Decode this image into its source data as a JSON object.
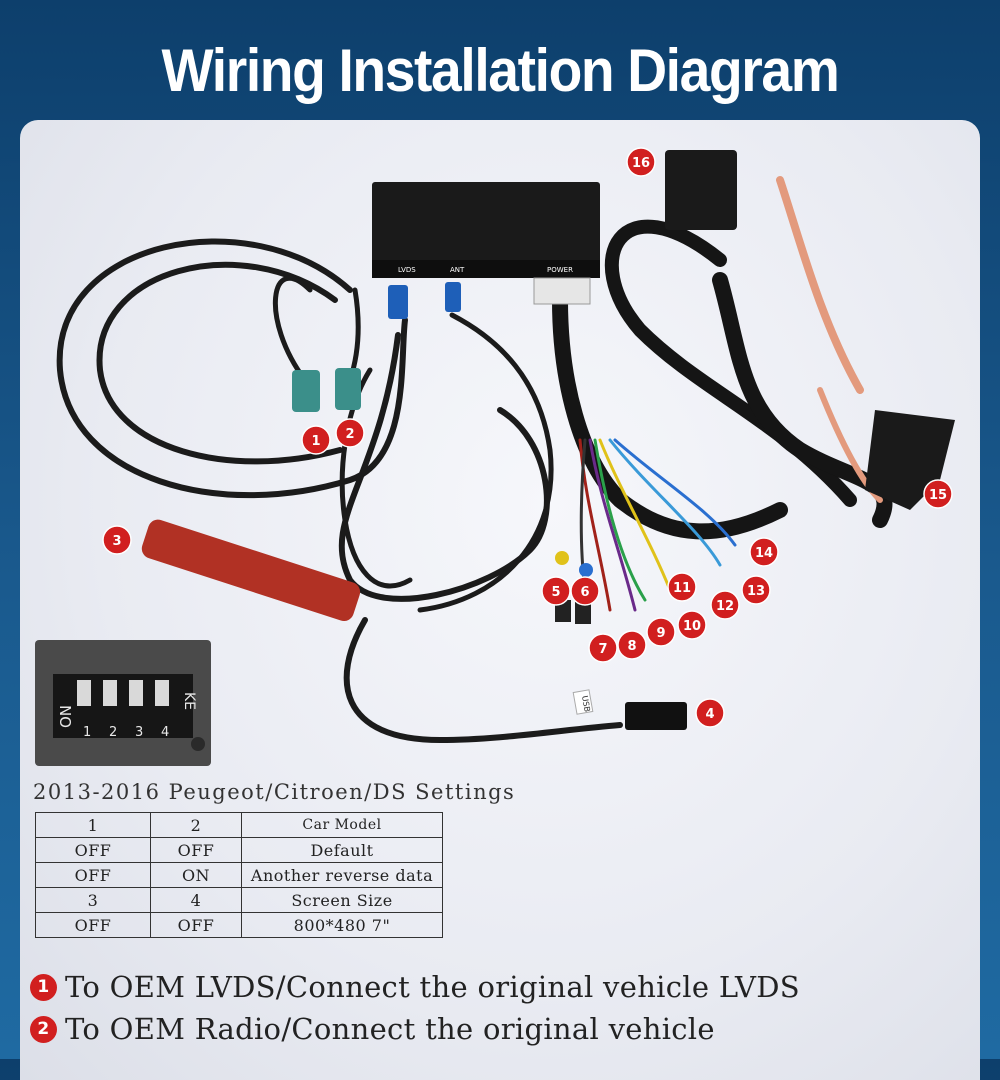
{
  "title": "Wiring Installation Diagram",
  "box_labels": {
    "lvds": "LVDS",
    "ant": "ANT",
    "power": "POWER"
  },
  "usb_tag": "USB",
  "badges": [
    "1",
    "2",
    "3",
    "4",
    "5",
    "6",
    "7",
    "8",
    "9",
    "10",
    "11",
    "12",
    "13",
    "14",
    "15",
    "16"
  ],
  "dip_switch": {
    "on_label": "ON",
    "ke_label": "KE",
    "numbers": [
      "1",
      "2",
      "3",
      "4"
    ]
  },
  "settings": {
    "title": "2013-2016 Peugeot/Citroen/DS Settings",
    "rows": [
      [
        "1",
        "2",
        "Car Model"
      ],
      [
        "OFF",
        "OFF",
        "Default"
      ],
      [
        "OFF",
        "ON",
        "Another reverse data"
      ],
      [
        "3",
        "4",
        "Screen Size"
      ],
      [
        "OFF",
        "OFF",
        "800*480   7\""
      ]
    ]
  },
  "notes": [
    {
      "num": "1",
      "text": "To OEM LVDS/Connect the original vehicle LVDS"
    },
    {
      "num": "2",
      "text": "To OEM Radio/Connect the original vehicle"
    }
  ],
  "colors": {
    "accent_red": "#d11f1f",
    "header_blue": "#0d3f6c",
    "fakra_teal": "#3b8f8a",
    "connector_blue": "#1e5fb8"
  }
}
